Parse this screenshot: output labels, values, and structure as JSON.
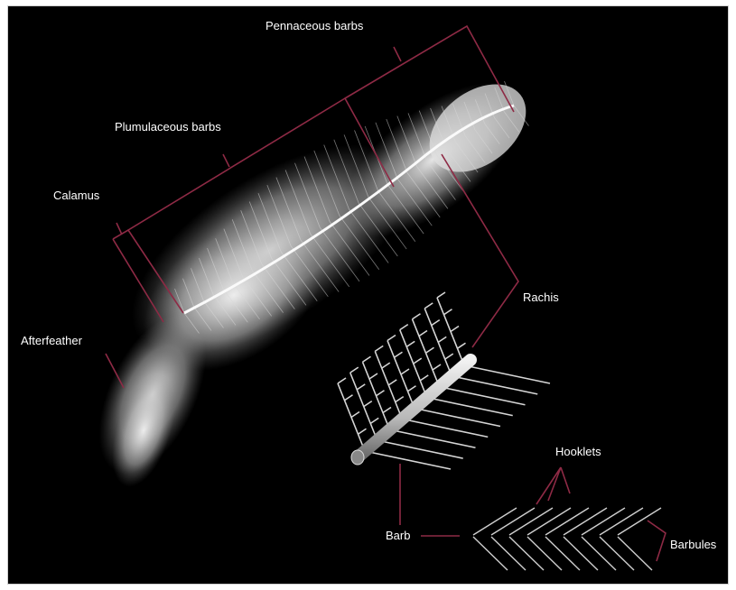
{
  "figure": {
    "labels": {
      "pennaceous_barbs": "Pennaceous barbs",
      "plumulaceous_barbs": "Plumulaceous barbs",
      "calamus": "Calamus",
      "afterfeather": "Afterfeather",
      "rachis": "Rachis",
      "hooklets": "Hooklets",
      "barb": "Barb",
      "barbules": "Barbules"
    },
    "colors": {
      "background": "#000000",
      "leader_lines": "#8e2a45",
      "feather": "#e8e8e8",
      "label_text": "#ffffff"
    }
  }
}
